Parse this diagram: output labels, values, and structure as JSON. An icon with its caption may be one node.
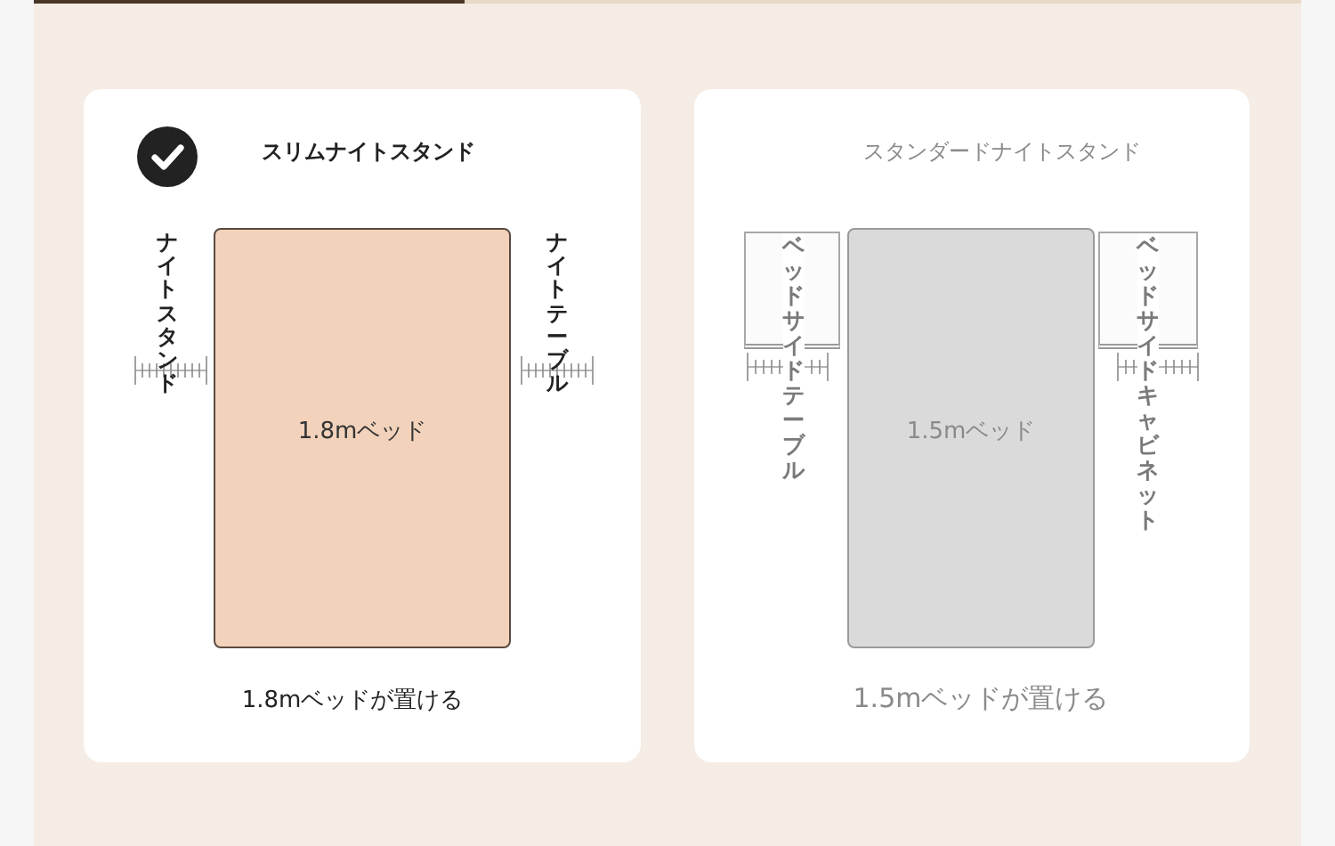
{
  "diagram": {
    "nodes": [
      {
        "text": [
          "スリムナイトスタンド",
          "1.8mベッドが置ける"
        ]
      },
      {
        "text": [
          "1.8mベッド"
        ],
        "in": 0
      },
      {
        "text": [
          "スタンダードナイトスタンド",
          "1.5mベッドが置ける"
        ]
      },
      {
        "text": [],
        "shape": "box",
        "in": 2
      },
      {
        "text": [
          "1.5mベッド"
        ],
        "in": 2
      },
      {
        "text": [],
        "shape": "box",
        "in": 2
      }
    ],
    "labels": [
      "ナイトスタンド",
      "ナイトテーブル",
      "ベッドサイドテーブル",
      "ベッドサイドキャビネット"
    ]
  }
}
